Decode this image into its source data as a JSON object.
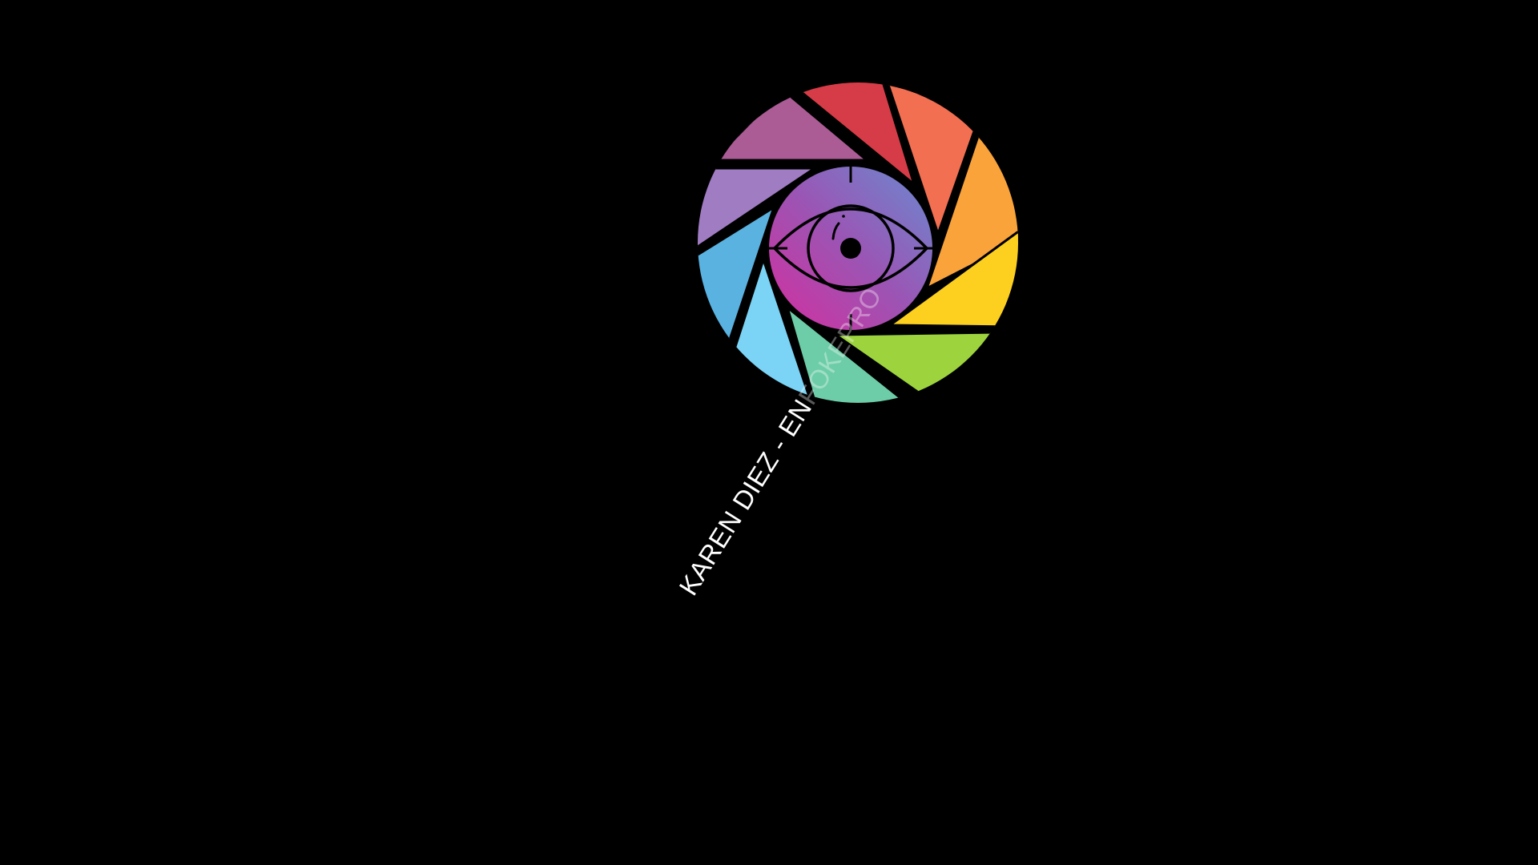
{
  "background_color": "#000000",
  "logo": {
    "name": "aperture-eye-logo",
    "blade_colors": {
      "red": "#D63C47",
      "coral": "#F26F52",
      "orange": "#F9A33A",
      "yellow": "#FDD020",
      "green": "#9DD43E",
      "teal": "#6DCDA8",
      "light_blue": "#7BD4F5",
      "blue": "#5AB2E0",
      "lavender": "#A07CC2",
      "mauve": "#AB5C95"
    },
    "center_gradient": {
      "from": "#D42E9E",
      "to": "#6A8AD0"
    }
  },
  "caption": {
    "solid_part": "KAREN DIEZ - EN",
    "faded_part": "FOKEPRO",
    "text_color": "#FFFFFF"
  }
}
